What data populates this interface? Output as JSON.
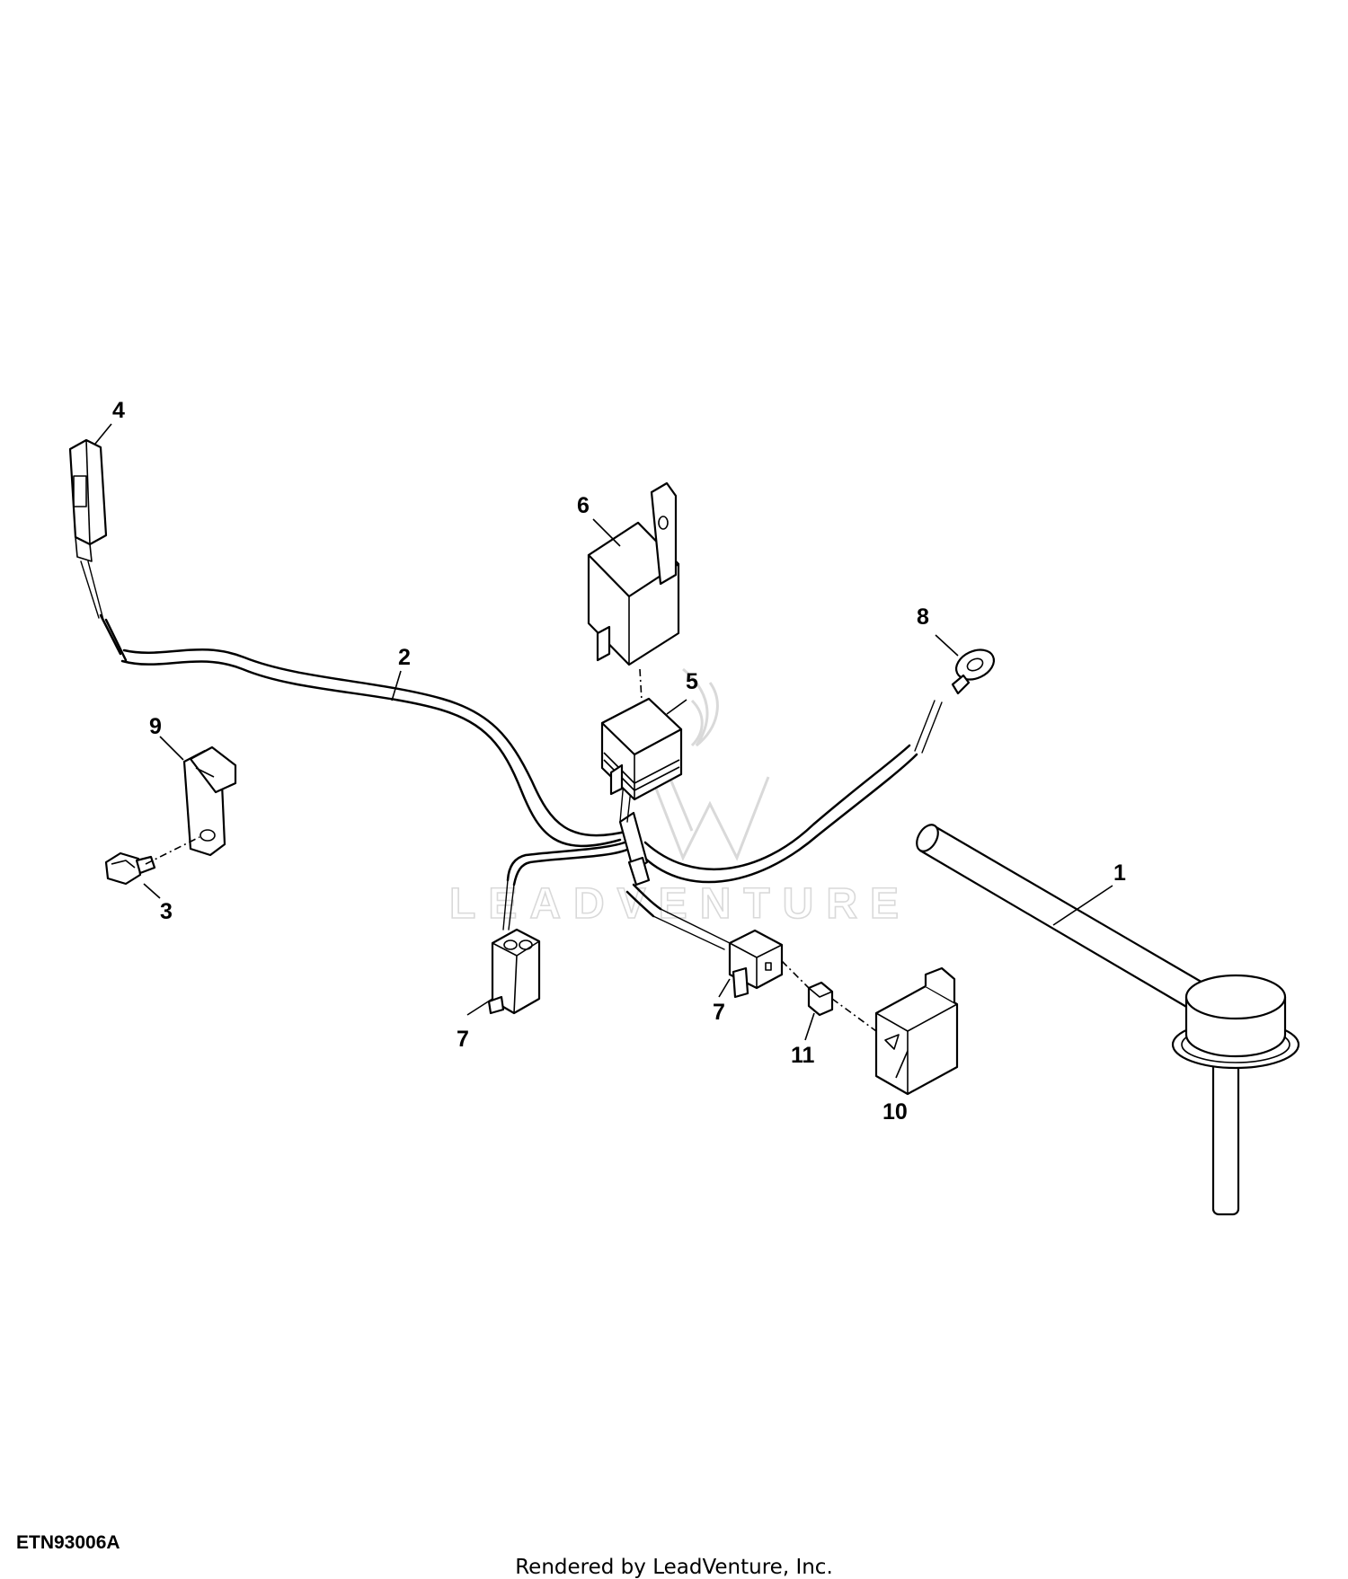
{
  "diagram": {
    "callouts": [
      "1",
      "2",
      "3",
      "4",
      "5",
      "6",
      "7",
      "7",
      "8",
      "9",
      "10",
      "11"
    ],
    "watermark": "LEADVENTURE",
    "figure_code": "ETN93006A"
  },
  "footer": {
    "credit": "Rendered by LeadVenture, Inc."
  }
}
